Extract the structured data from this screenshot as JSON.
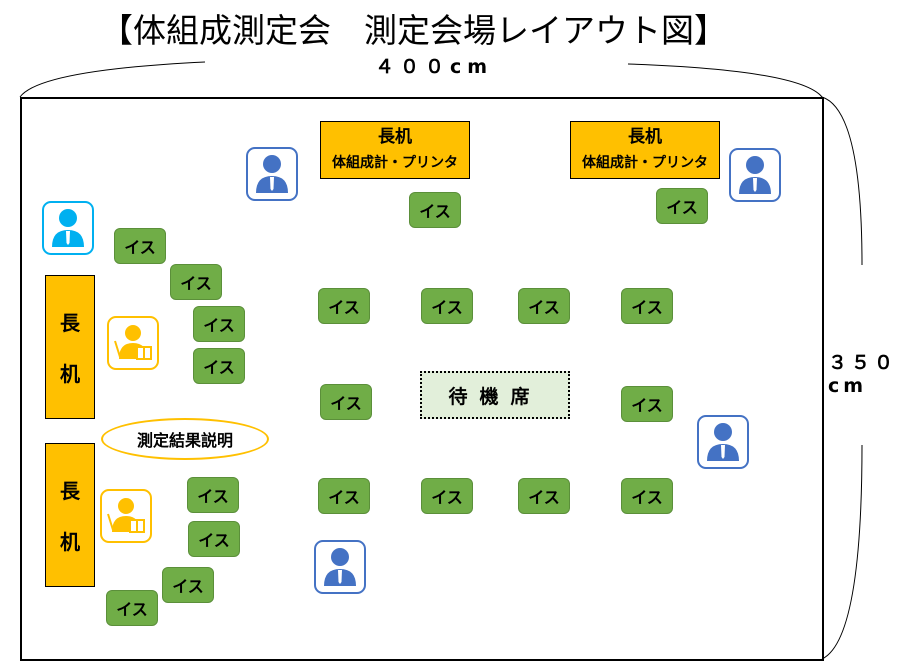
{
  "title": "【体組成測定会　測定会場レイアウト図】",
  "dimensions": {
    "width": "４００cm",
    "height": "３５０cm"
  },
  "tables_top": [
    {
      "label": "長机",
      "sub": "体組成計・プリンタ"
    },
    {
      "label": "長机",
      "sub": "体組成計・プリンタ"
    }
  ],
  "tables_left": [
    {
      "line1": "長",
      "line2": "机"
    },
    {
      "line1": "長",
      "line2": "机"
    }
  ],
  "waiting_area": "待機席",
  "explanation": "測定結果説明",
  "chair_label": "イス",
  "colors": {
    "chair": "#70ad47",
    "table": "#ffc000",
    "staff": "#4472c4",
    "receptionist": "#00b0f0",
    "explainer": "#ffc000",
    "waiting": "#e2efda"
  }
}
